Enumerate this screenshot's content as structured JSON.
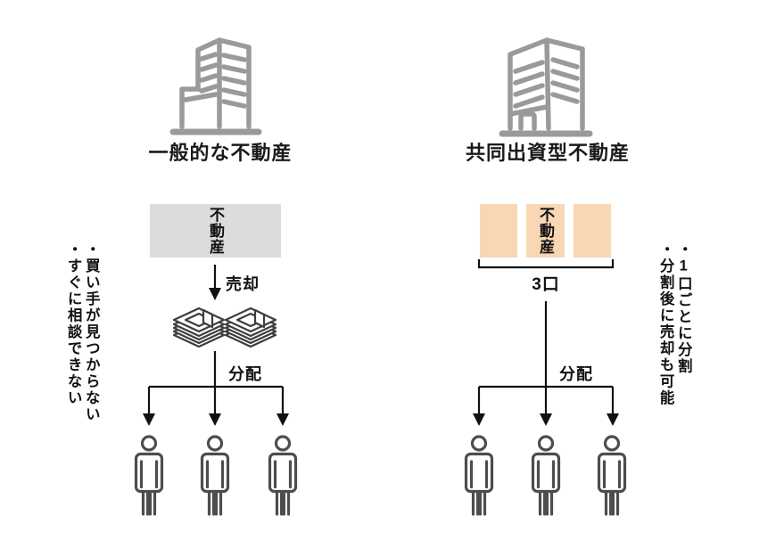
{
  "colors": {
    "background": "#ffffff",
    "building_gray": "#9a9a9a",
    "asset_box_gray": "#dcdcde",
    "asset_box_orange": "#f9d6b4",
    "line_black": "#111111",
    "person_gray": "#4d4d4d",
    "money_gray": "#3d3d3d"
  },
  "left_panel": {
    "title": "一般的な不動産",
    "building_icon": "office-building-icon",
    "asset_box": {
      "label": "不動産"
    },
    "sell_arrow_label": "売却",
    "money_icon": "money-stacks-icon",
    "distribute_label": "分配",
    "person_count": 3,
    "notes": [
      "・買い手が見つからない",
      "・すぐに相談できない"
    ]
  },
  "right_panel": {
    "title": "共同出資型不動産",
    "building_icon": "office-building-icon",
    "asset_boxes": {
      "count": 3,
      "label": "不動産"
    },
    "units_label": "3口",
    "distribute_label": "分配",
    "person_count": 3,
    "notes": [
      "・1口ごとに分割",
      "・分割後に売却も可能"
    ]
  }
}
